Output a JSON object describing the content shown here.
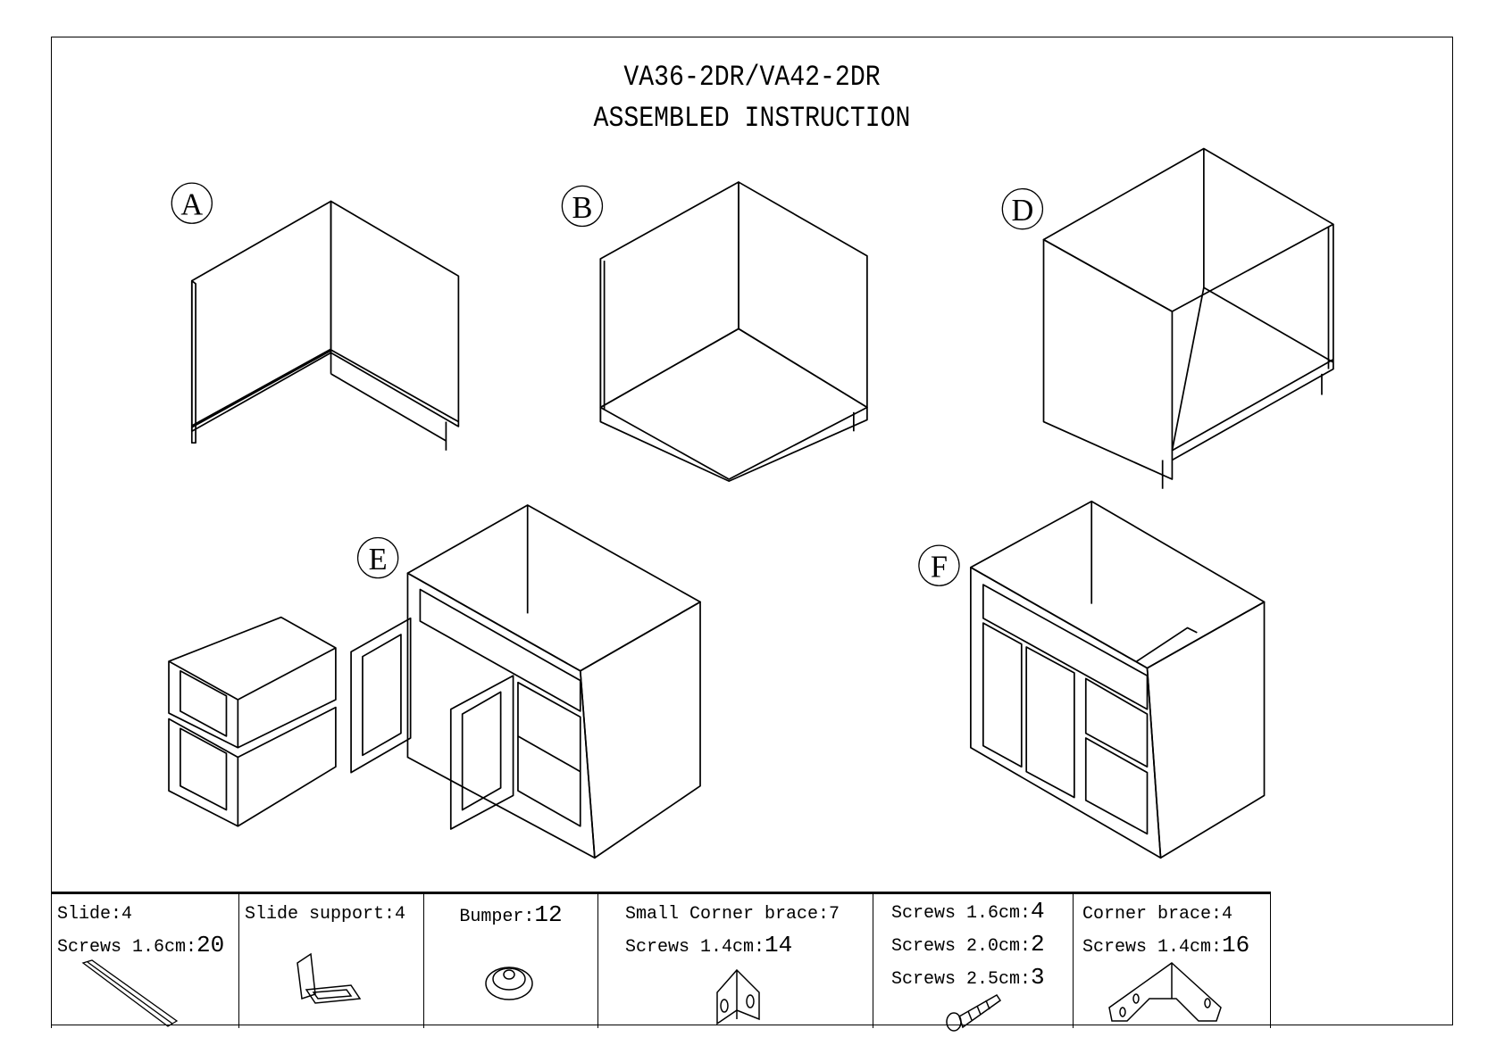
{
  "title": {
    "line1": "VA36-2DR/VA42-2DR",
    "line2": "ASSEMBLED INSTRUCTION"
  },
  "step_labels": {
    "a": "A",
    "b": "B",
    "d": "D",
    "e": "E",
    "f": "F"
  },
  "parts": [
    {
      "lines": [
        {
          "label": "Slide:",
          "qty": "4"
        },
        {
          "label": "Screws 1.6cm:",
          "qty": "20"
        }
      ],
      "icon": "slide-icon"
    },
    {
      "lines": [
        {
          "label": "Slide support:",
          "qty": "4"
        }
      ],
      "icon": "slide-support-icon"
    },
    {
      "lines": [
        {
          "label": "Bumper:",
          "qty": "12"
        }
      ],
      "icon": "bumper-icon"
    },
    {
      "lines": [
        {
          "label": "Small Corner brace:",
          "qty": "7"
        },
        {
          "label": "Screws 1.4cm:",
          "qty": "14"
        }
      ],
      "icon": "small-corner-brace-icon"
    },
    {
      "lines": [
        {
          "label": "Screws 1.6cm:",
          "qty": "4"
        },
        {
          "label": "Screws 2.0cm:",
          "qty": "2"
        },
        {
          "label": "Screws 2.5cm:",
          "qty": "3"
        }
      ],
      "icon": "screw-icon"
    },
    {
      "lines": [
        {
          "label": "Corner brace:",
          "qty": "4"
        },
        {
          "label": "Screws 1.4cm:",
          "qty": "16"
        }
      ],
      "icon": "corner-brace-icon"
    }
  ]
}
